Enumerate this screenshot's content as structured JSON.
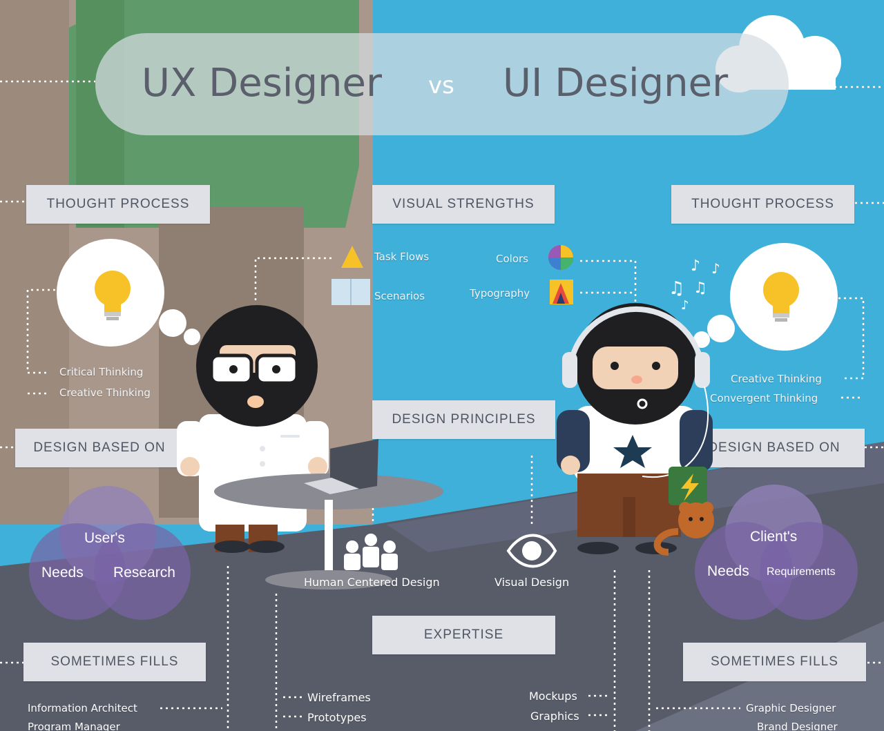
{
  "title": {
    "left": "UX Designer",
    "vs": "vs",
    "right": "UI Designer"
  },
  "ux": {
    "thought_process": "THOUGHT PROCESS",
    "thinking": [
      "Critical  Thinking",
      "Creative Thinking"
    ],
    "design_based_on": "DESIGN BASED ON",
    "venn": {
      "top": "User's",
      "left": "Needs",
      "right": "Research"
    },
    "sometimes_fills": "SOMETIMES FILLS",
    "fills": [
      "Information Architect",
      "Program Manager"
    ]
  },
  "ui": {
    "thought_process": "THOUGHT PROCESS",
    "thinking": [
      "Creative Thinking",
      "Convergent Thinking"
    ],
    "design_based_on": "DESIGN BASED ON",
    "venn": {
      "top": "Client's",
      "left": "Needs",
      "right": "Requirements"
    },
    "sometimes_fills": "SOMETIMES FILLS",
    "fills": [
      "Graphic Designer",
      "Brand Designer"
    ]
  },
  "visual_strengths": {
    "heading": "VISUAL STRENGTHS",
    "ux_items": [
      "Task Flows",
      "Scenarios"
    ],
    "ui_items": [
      "Colors",
      "Typography"
    ]
  },
  "design_principles": {
    "heading": "DESIGN PRINCIPLES",
    "ux": "Human Centered Design",
    "ui": "Visual Design"
  },
  "expertise": {
    "heading": "EXPERTISE",
    "ux": [
      "Wireframes",
      "Prototypes"
    ],
    "ui": [
      "Mockups",
      "Graphics"
    ]
  },
  "colors": {
    "sky": "#3fb0d9",
    "building": "#a8978a",
    "green": "#5e9a6a",
    "road": "#585c69",
    "box": "#dfe1e6",
    "venn": "#7a66a6",
    "bulb": "#f6c228"
  }
}
